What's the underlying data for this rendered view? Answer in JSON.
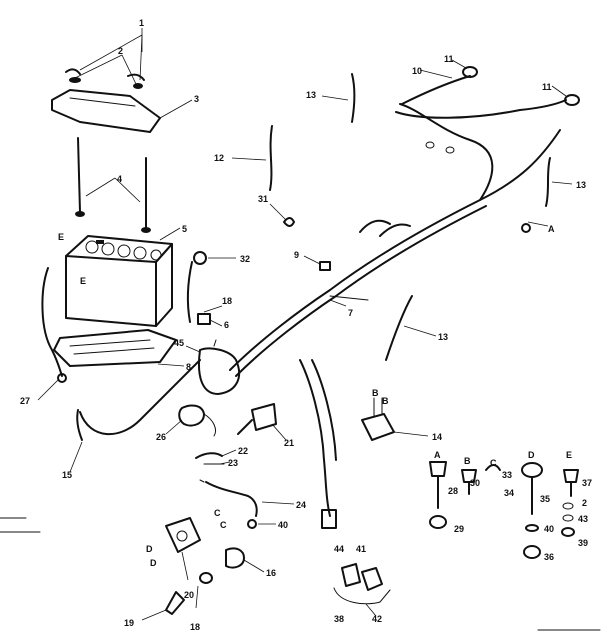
{
  "callouts": {
    "c1": "1",
    "c2": "2",
    "c3": "3",
    "c4": "4",
    "c5": "5",
    "c6": "6",
    "c7": "7",
    "c8": "8",
    "c9": "9",
    "c10": "10",
    "c11a": "11",
    "c11b": "11",
    "c12": "12",
    "c13a": "13",
    "c13b": "13",
    "c13c": "13",
    "c14": "14",
    "c15": "15",
    "c16": "16",
    "c18": "18",
    "c18b": "18",
    "c19": "19",
    "c20": "20",
    "c21": "21",
    "c22": "22",
    "c23": "23",
    "c24": "24",
    "c26": "26",
    "c27": "27",
    "c28": "28",
    "c29": "29",
    "c30": "30",
    "c31": "31",
    "c32": "32",
    "c33": "33",
    "c34": "34",
    "c35": "35",
    "c36": "36",
    "c37": "37",
    "c38": "38",
    "c39": "39",
    "c40a": "40",
    "c40b": "40",
    "c41": "41",
    "c42": "42",
    "c43": "43",
    "c44": "44",
    "c45": "45",
    "c2b": "2",
    "lA": "A",
    "lA2": "A",
    "lB": "B",
    "lB2": "B",
    "lB3": "B",
    "lC": "C",
    "lC2": "C",
    "lC3": "C",
    "lD": "D",
    "lD2": "D",
    "lD3": "D",
    "lE": "E",
    "lE2": "E",
    "lE3": "E"
  }
}
